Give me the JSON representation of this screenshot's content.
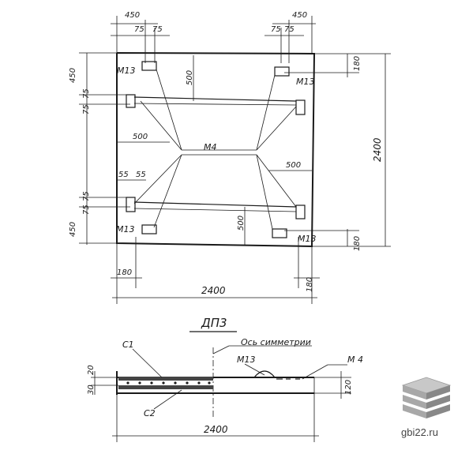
{
  "plan": {
    "dims_top": [
      "450",
      "75",
      "75",
      "75",
      "75",
      "450"
    ],
    "dims_left": [
      "450",
      "75",
      "75",
      "75",
      "75",
      "450"
    ],
    "dim_right_top": "180",
    "dim_right_bottom": "180",
    "dim_height": "2400",
    "dim_500": [
      "500",
      "500",
      "500",
      "500"
    ],
    "dim_55": [
      "55",
      "55"
    ],
    "dim_180_bottom": [
      "180",
      "180"
    ],
    "dim_width": "2400",
    "marks": {
      "m13": "М13",
      "m4": "М4"
    }
  },
  "section": {
    "title": "ДП3",
    "axis_label": "Ось симметрии",
    "c1": "С1",
    "c2": "С2",
    "m13": "М13",
    "m4": "М 4",
    "dim_left": [
      "20",
      "30"
    ],
    "dim_right": "120",
    "dim_width": "2400"
  },
  "watermark": {
    "text": "gbi22.ru"
  }
}
